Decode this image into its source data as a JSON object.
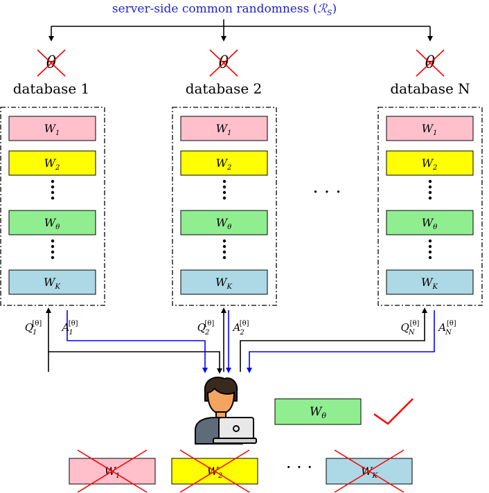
{
  "colors": {
    "pink": "#ffc0cb",
    "yellow": "#ffff00",
    "green": "#90ee90",
    "lightblue": "#add8e6",
    "blue_arrow": "#0000ff",
    "red_cross": "#ff0000",
    "title_blue": "#1f1fcf"
  },
  "title": "server-side common randomness (",
  "title_sym": "ℛ",
  "title_sub": "S",
  "title_close": ")",
  "theta_glyph": "θ",
  "databases": [
    {
      "label": "database 1",
      "query": "1",
      "answer": "1"
    },
    {
      "label": "database 2",
      "query": "2",
      "answer": "2"
    },
    {
      "label": "database N",
      "query": "N",
      "answer": "N"
    }
  ],
  "messages": [
    {
      "base": "W",
      "sub": "1",
      "color": "pink"
    },
    {
      "base": "W",
      "sub": "2",
      "color": "yellow"
    },
    {
      "base": "W",
      "sub": "θ",
      "color": "green"
    },
    {
      "base": "W",
      "sub": "K",
      "color": "lightblue"
    }
  ],
  "query_letter": "Q",
  "answer_letter": "A",
  "superscript": "[θ]",
  "ellipsis": "· · ·",
  "retrieved": {
    "base": "W",
    "sub": "θ"
  },
  "check_icon": "check-icon",
  "user_icon": "user-laptop-icon",
  "bottom_messages": [
    {
      "base": "W",
      "sub": "1",
      "color": "pink"
    },
    {
      "base": "W",
      "sub": "2",
      "color": "yellow"
    },
    {
      "base": "W",
      "sub": "K",
      "color": "lightblue"
    }
  ]
}
